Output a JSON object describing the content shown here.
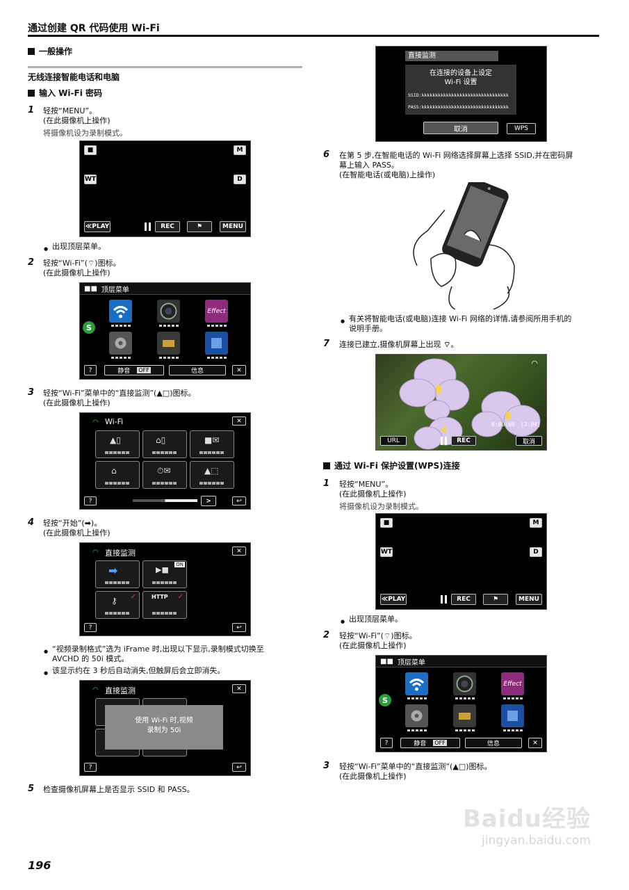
{
  "header": {
    "title": "通过创建 QR 代码使用 Wi-Fi"
  },
  "left": {
    "section": "一般操作",
    "subsection": "无线连接智能电话和电脑",
    "sub2": "输入 Wi-Fi 密码",
    "step1": {
      "num": "1",
      "line1": "轻按“MENU”。",
      "line2": "(在此摄像机上操作)",
      "line3": "将摄像机设为录制模式。",
      "bullet": "出现顶层菜单。"
    },
    "step2": {
      "num": "2",
      "line1": "轻按“Wi-Fi”(",
      "line1b": ")图标。",
      "line2": "(在此摄像机上操作)"
    },
    "step3": {
      "num": "3",
      "line1": "轻按“Wi-Fi”菜单中的“直接监测”(",
      "line1b": ")图标。",
      "line2": "(在此摄像机上操作)"
    },
    "step4": {
      "num": "4",
      "line1": "轻按“开始”(",
      "line1b": ")。",
      "line2": "(在此摄像机上操作)",
      "bullet1a": "“视频录制格式”选为 iFrame 时,出现以下显示,录制模式切换至",
      "bullet1b": "AVCHD 的 50i 模式。",
      "bullet2": "该显示约在 3 秒后自动消失,但触屏后会立即消失。"
    },
    "step5": {
      "num": "5",
      "line1": "检查摄像机屏幕上是否显示 SSID 和 PASS。"
    }
  },
  "right": {
    "step6": {
      "num": "6",
      "line1": "在第 5 步,在智能电话的 Wi-Fi 网络选择屏幕上选择 SSID,并在密码屏",
      "line2": "幕上输入 PASS。",
      "line3": "(在智能电话(或电脑)上操作)",
      "bullet1": "有关将智能电话(或电脑)连接 Wi-Fi 网络的详情,请参阅所用手机的",
      "bullet2": "说明手册。"
    },
    "step7": {
      "num": "7",
      "line1": "连接已建立,摄像机屏幕上出现"
    },
    "section2": "通过 Wi-Fi 保护设置(WPS)连接",
    "wstep1": {
      "num": "1",
      "line1": "轻按“MENU”。",
      "line2": "(在此摄像机上操作)",
      "line3": "将摄像机设为录制模式。",
      "bullet": "出现顶层菜单。"
    },
    "wstep2": {
      "num": "2",
      "line1": "轻按“Wi-Fi”(",
      "line1b": ")图标。",
      "line2": "(在此摄像机上操作)"
    },
    "wstep3": {
      "num": "3",
      "line1": "轻按“Wi-Fi”菜单中的“直接监测”(",
      "line1b": ")图标。",
      "line2": "(在此摄像机上操作)"
    }
  },
  "screens": {
    "rec": {
      "m": "M",
      "wt": "WT",
      "d": "D",
      "play": "≪PLAY",
      "rec": "REC",
      "menu": "MENU"
    },
    "top": {
      "title": "顶层菜单",
      "help": "?",
      "mute": "静音",
      "off": "OFF",
      "info": "信息",
      "close": "✕"
    },
    "wifi": {
      "title": "Wi-Fi",
      "help": "?"
    },
    "direct": {
      "title": "直接监测",
      "on": "ON",
      "http": "HTTP",
      "help": "?"
    },
    "popup": {
      "line1": "使用 Wi-Fi 时,视频",
      "line2": "录制为 50i"
    },
    "ssid": {
      "title": "直接监测",
      "line1": "在连接的设备上设定",
      "line2": "Wi-Fi 设置",
      "ssid": "SSID:kkkkkkkkkkkkkkkkkkkkkkkkkkkkkkkk",
      "pass": "PASS:kkkkkkkkkkkkkkkkkkkkkkkkkkkkkkkk",
      "cancel": "取消",
      "wps": "WPS"
    },
    "photo": {
      "url": "URL",
      "rec": "REC",
      "cancel": "取消",
      "time": "0:00:00",
      "remain": "[2:04]"
    }
  },
  "footer": {
    "page": "196",
    "wm1": "Baidu经验",
    "wm2": "jingyan.baidu.com"
  }
}
